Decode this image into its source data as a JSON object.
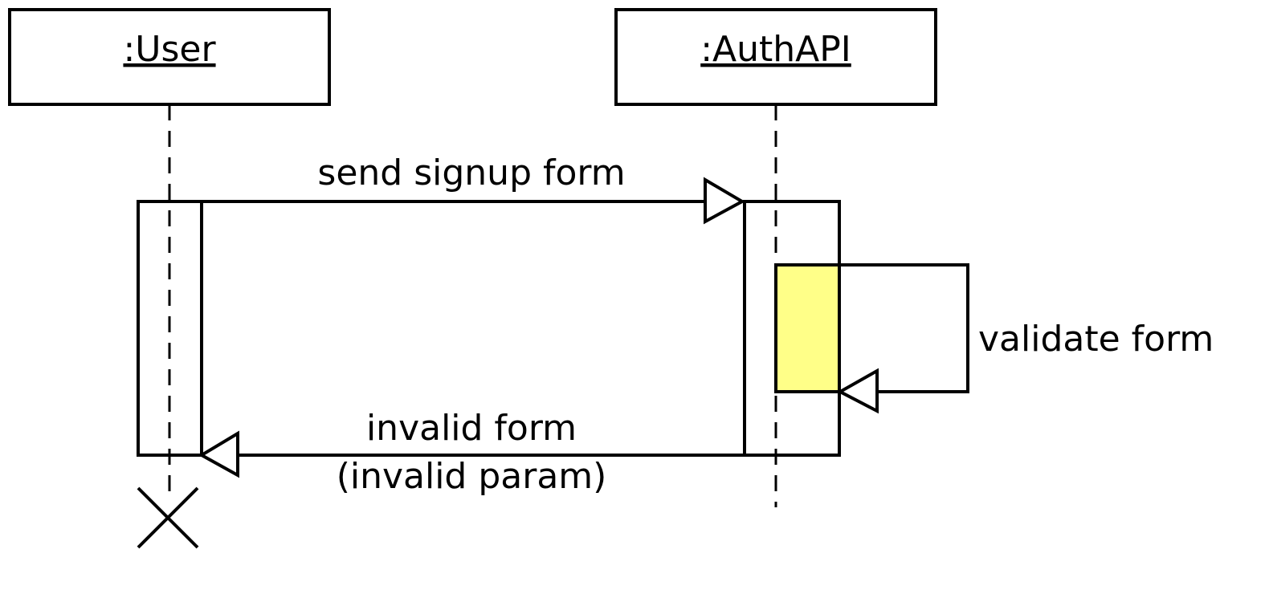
{
  "participants": [
    {
      "id": "user",
      "label": ":User"
    },
    {
      "id": "authapi",
      "label": ":AuthAPI"
    }
  ],
  "messages": [
    {
      "id": "send",
      "from": "user",
      "to": "authapi",
      "label": "send signup form"
    },
    {
      "id": "validate",
      "from": "authapi",
      "to": "authapi",
      "label": "validate form"
    },
    {
      "id": "invalid",
      "from": "authapi",
      "to": "user",
      "label_line1": "invalid form",
      "label_line2": "(invalid param)"
    }
  ],
  "colors": {
    "self_activation": "#ffff88",
    "stroke": "#000000",
    "background": "#ffffff"
  },
  "destroyed": [
    "user"
  ]
}
